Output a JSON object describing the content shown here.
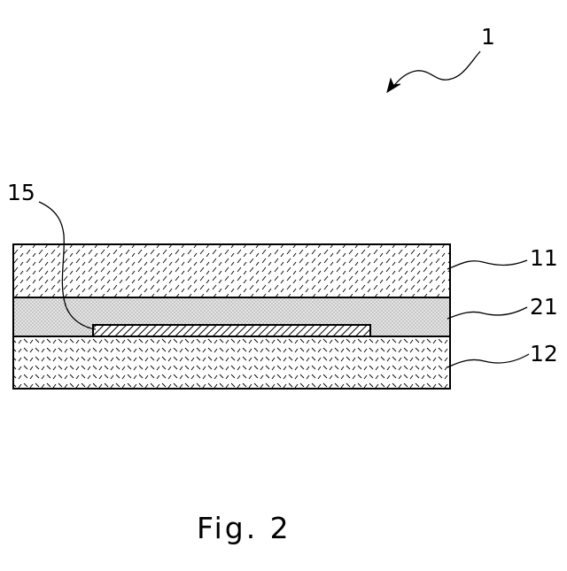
{
  "figure": {
    "caption": "Fig. 2",
    "assembly_label": "1",
    "labels": {
      "layer_top": "11",
      "layer_middle": "21",
      "layer_bottom": "12",
      "element_embedded": "15"
    },
    "colors": {
      "line": "#000000",
      "background": "#ffffff",
      "middle_layer_fill": "#e4e4e4"
    }
  }
}
